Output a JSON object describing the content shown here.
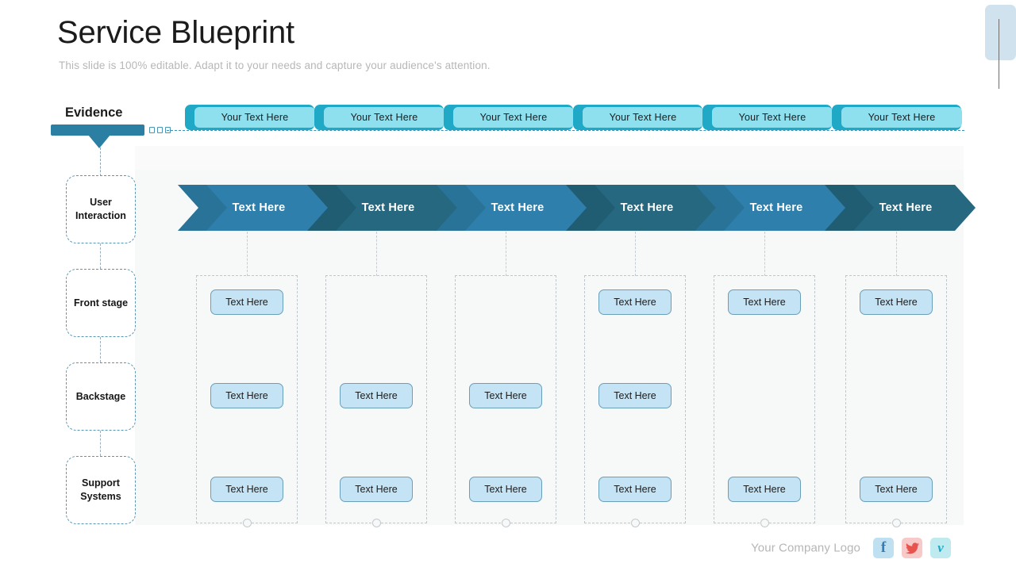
{
  "header": {
    "title": "Service Blueprint",
    "subtitle": "This slide is 100% editable. Adapt it to your needs and capture your audience's attention."
  },
  "evidence": {
    "label": "Evidence",
    "accent_color": "#2b7fa3"
  },
  "top_pills": [
    {
      "label": "Your Text Here"
    },
    {
      "label": "Your Text Here"
    },
    {
      "label": "Your Text Here"
    },
    {
      "label": "Your Text Here"
    },
    {
      "label": "Your Text Here"
    },
    {
      "label": "Your Text Here"
    }
  ],
  "stages": [
    {
      "label": "User Interaction"
    },
    {
      "label": "Front stage"
    },
    {
      "label": "Backstage"
    },
    {
      "label": "Support Systems"
    }
  ],
  "chevrons": [
    {
      "label": "Text Here",
      "tone": "light",
      "color": "#2e7fab"
    },
    {
      "label": "Text Here",
      "tone": "dark",
      "color": "#256880"
    },
    {
      "label": "Text Here",
      "tone": "light",
      "color": "#2e7fab"
    },
    {
      "label": "Text Here",
      "tone": "dark",
      "color": "#256880"
    },
    {
      "label": "Text Here",
      "tone": "light",
      "color": "#2e7fab"
    },
    {
      "label": "Text Here",
      "tone": "dark",
      "color": "#256880"
    }
  ],
  "grid": {
    "cell_label": "Text Here",
    "rows": [
      {
        "stage": "Front stage",
        "filled": [
          true,
          false,
          false,
          true,
          true,
          true
        ]
      },
      {
        "stage": "Backstage",
        "filled": [
          true,
          true,
          true,
          true,
          false,
          false
        ]
      },
      {
        "stage": "Support Systems",
        "filled": [
          true,
          true,
          true,
          true,
          true,
          true
        ]
      }
    ]
  },
  "footer": {
    "company_logo": "Your Company Logo",
    "social": [
      {
        "name": "facebook",
        "glyph": "f",
        "color": "#2f7fc0",
        "bg": "#bfe0f0"
      },
      {
        "name": "twitter",
        "glyph": "",
        "color": "#e8534e",
        "bg": "#f7c9c9"
      },
      {
        "name": "vimeo",
        "glyph": "v",
        "color": "#1ba8c4",
        "bg": "#bfeaf0"
      }
    ]
  }
}
